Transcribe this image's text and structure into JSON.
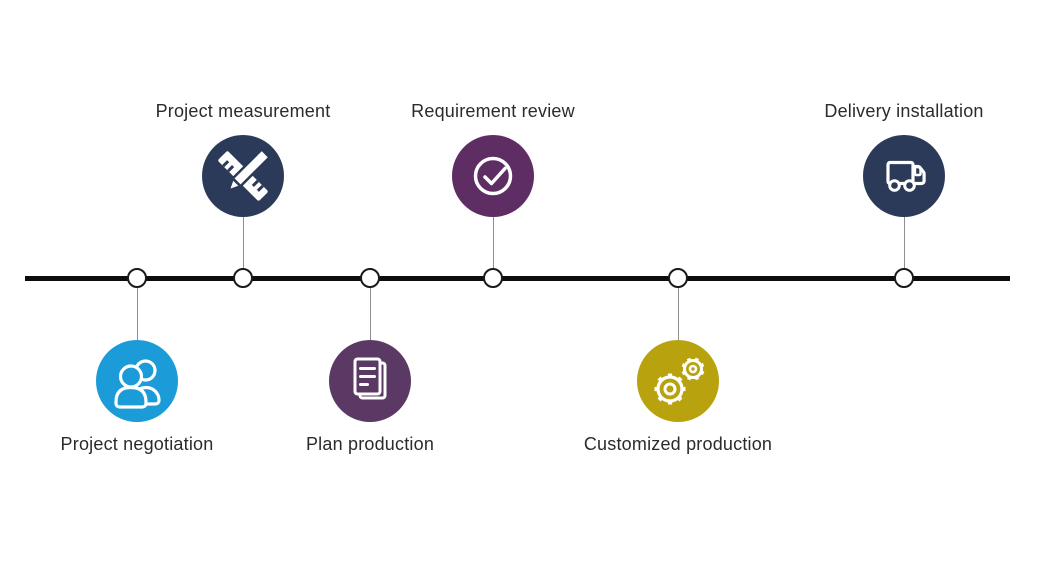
{
  "diagram": {
    "type": "process-timeline",
    "line_color": "#0d0d0d",
    "node_fill": "#ffffff",
    "node_border": "#1a1a1a",
    "connector_color": "#8f8f8f",
    "label_color": "#2b2b2b",
    "icon_stroke_color": "#ffffff"
  },
  "steps": [
    {
      "label": "Project negotiation",
      "icon": "people-icon",
      "color": "#1b9bd8",
      "side": "below"
    },
    {
      "label": "Project measurement",
      "icon": "ruler-pencil-icon",
      "color": "#2b3a58",
      "side": "above"
    },
    {
      "label": "Plan production",
      "icon": "document-icon",
      "color": "#5a3a64",
      "side": "below"
    },
    {
      "label": "Requirement review",
      "icon": "check-circle-icon",
      "color": "#5d2d63",
      "side": "above"
    },
    {
      "label": "Customized production",
      "icon": "gears-icon",
      "color": "#b8a30f",
      "side": "below"
    },
    {
      "label": "Delivery installation",
      "icon": "truck-icon",
      "color": "#2b3a58",
      "side": "above"
    }
  ]
}
